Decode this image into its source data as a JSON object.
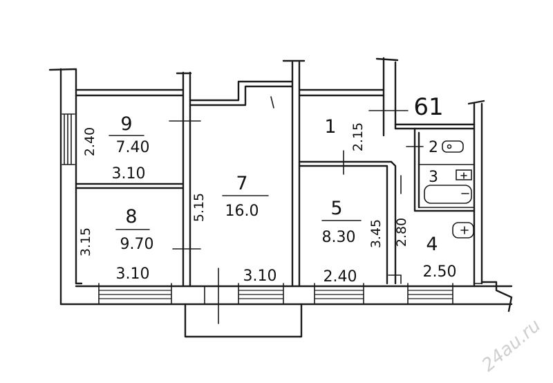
{
  "plan": {
    "apartment_number": "61",
    "rooms": [
      {
        "id": "9",
        "area": "7.40",
        "width": "3.10",
        "depth": "2.40"
      },
      {
        "id": "8",
        "area": "9.70",
        "width": "3.10",
        "depth": "3.15"
      },
      {
        "id": "7",
        "area": "16.0",
        "width": "3.10",
        "depth": "5.15"
      },
      {
        "id": "5",
        "area": "8.30",
        "width": "2.40",
        "depth": "3.45"
      },
      {
        "id": "1",
        "depth": "2.15"
      },
      {
        "id": "2"
      },
      {
        "id": "3"
      },
      {
        "id": "4",
        "width": "2.50",
        "depth": "2.80"
      }
    ]
  },
  "watermark": "24au.ru"
}
